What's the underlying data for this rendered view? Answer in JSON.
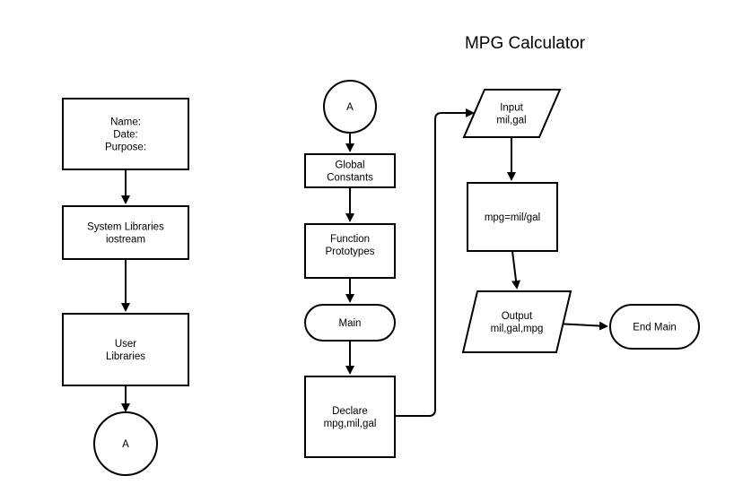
{
  "title": "MPG Calculator",
  "nodes": {
    "header": {
      "lines": [
        "Name:",
        "Date:",
        "Purpose:"
      ]
    },
    "system_libraries": {
      "lines": [
        "System Libraries",
        "iostream"
      ]
    },
    "user_libraries": {
      "lines": [
        "User",
        "Libraries"
      ]
    },
    "connector_out": {
      "lines": [
        "A"
      ]
    },
    "connector_in": {
      "lines": [
        "A"
      ]
    },
    "global_constants": {
      "lines": [
        "Global",
        "Constants"
      ]
    },
    "function_prototypes": {
      "lines": [
        "Function",
        "Prototypes"
      ]
    },
    "main": {
      "lines": [
        "Main"
      ]
    },
    "declare": {
      "lines": [
        "Declare",
        "mpg,mil,gal"
      ]
    },
    "input": {
      "lines": [
        "Input",
        "mil,gal"
      ]
    },
    "process": {
      "lines": [
        "mpg=mil/gal"
      ]
    },
    "output": {
      "lines": [
        "Output",
        "mil,gal,mpg"
      ]
    },
    "end_main": {
      "lines": [
        "End Main"
      ]
    }
  }
}
